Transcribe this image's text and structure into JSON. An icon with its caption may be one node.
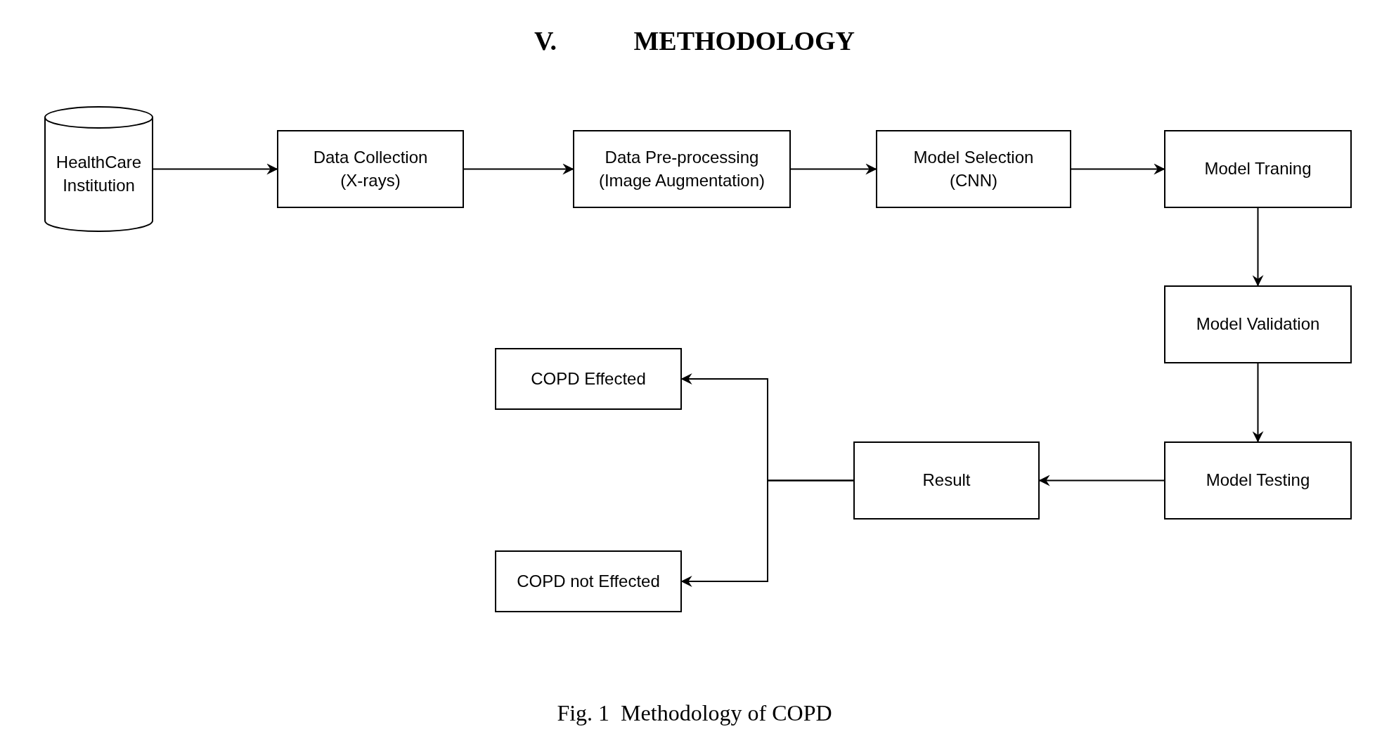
{
  "diagram": {
    "title": "V. METHODOLOGY",
    "caption": "Fig. 1  Methodology of COPD",
    "nodes": [
      {
        "text": [
          "HealthCare Institution"
        ]
      },
      {
        "text": [
          "Data Collection (X-rays)"
        ]
      },
      {
        "text": [
          "Data Pre-processing (Image Augmentation)"
        ]
      },
      {
        "text": [
          "Model Selection (CNN)"
        ]
      },
      {
        "text": [
          "Model Traning"
        ]
      },
      {
        "text": [
          "Model Validation"
        ]
      },
      {
        "text": [
          "Model Testing"
        ]
      },
      {
        "text": [
          "Result"
        ]
      },
      {
        "text": [
          "COPD Effected"
        ]
      },
      {
        "text": [
          "COPD not Effected"
        ]
      }
    ],
    "edges": [
      {
        "from": 0,
        "to": 1,
        "arrow": "to"
      },
      {
        "from": 1,
        "to": 2,
        "arrow": "to"
      },
      {
        "from": 2,
        "to": 3,
        "arrow": "to"
      },
      {
        "from": 3,
        "to": 4,
        "arrow": "to"
      },
      {
        "from": 4,
        "to": 5,
        "arrow": "to"
      },
      {
        "from": 5,
        "to": 6,
        "arrow": "to"
      },
      {
        "from": 6,
        "to": 7,
        "arrow": "to"
      },
      {
        "from": 7,
        "to": 8,
        "arrow": "to"
      },
      {
        "from": 7,
        "to": 9,
        "arrow": "to"
      }
    ]
  }
}
